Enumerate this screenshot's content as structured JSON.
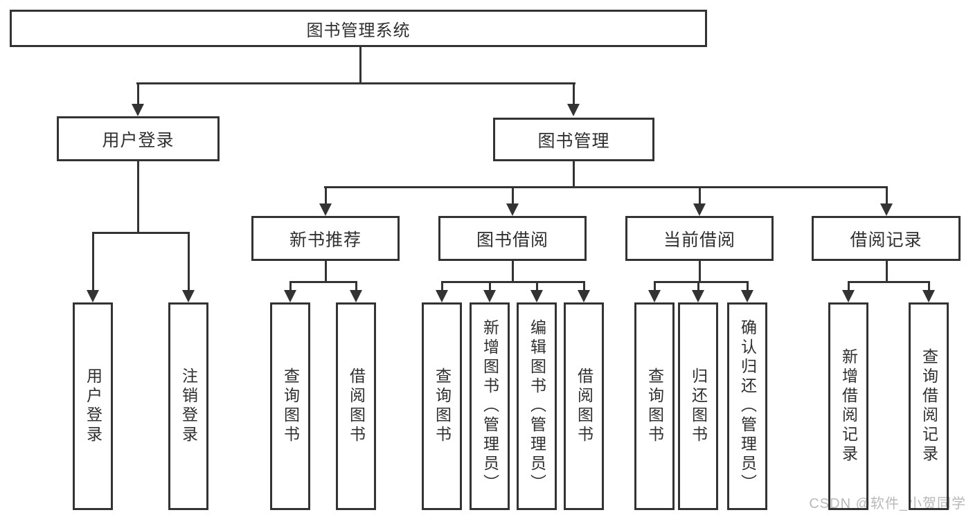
{
  "root": {
    "label": "图书管理系统"
  },
  "user_login": {
    "label": "用户登录",
    "children": [
      {
        "label": "用户登录"
      },
      {
        "label": "注销登录"
      }
    ]
  },
  "book_mgmt": {
    "label": "图书管理"
  },
  "new_books": {
    "label": "新书推荐",
    "children": [
      {
        "label": "查询图书"
      },
      {
        "label": "借阅图书"
      }
    ]
  },
  "borrow": {
    "label": "图书借阅",
    "children": [
      {
        "label": "查询图书"
      },
      {
        "label": "新增图书（管理员）"
      },
      {
        "label": "编辑图书（管理员）"
      },
      {
        "label": "借阅图书"
      }
    ]
  },
  "current": {
    "label": "当前借阅",
    "children": [
      {
        "label": "查询图书"
      },
      {
        "label": "归还图书"
      },
      {
        "label": "确认归还（管理员）"
      }
    ]
  },
  "records": {
    "label": "借阅记录",
    "children": [
      {
        "label": "新增借阅记录"
      },
      {
        "label": "查询借阅记录"
      }
    ]
  },
  "watermark": {
    "text": "CSDN @软件_小贺同学"
  },
  "colors": {
    "line": "#333333",
    "text": "#2f2f2f",
    "watermark": "#b9b9b9",
    "background": "#ffffff"
  }
}
